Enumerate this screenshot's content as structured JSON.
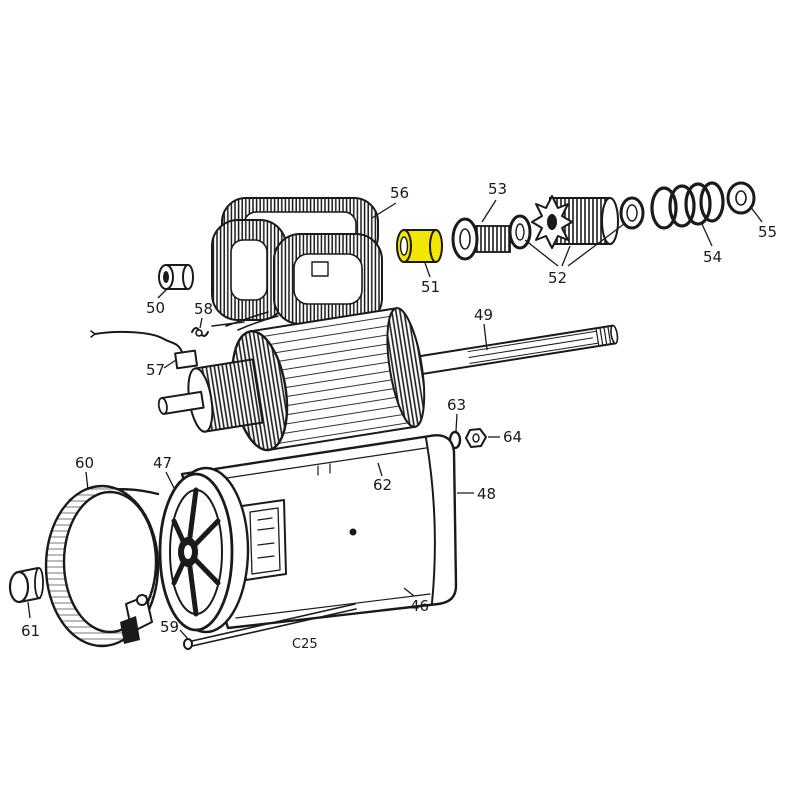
{
  "colors": {
    "ink": "#1a1a1a",
    "background": "#ffffff",
    "highlight": "#f3e600"
  },
  "callouts": {
    "46": "46",
    "47": "47",
    "48": "48",
    "49": "49",
    "50": "50",
    "51": "51",
    "52": "52",
    "53": "53",
    "54": "54",
    "55": "55",
    "56": "56",
    "57": "57",
    "58": "58",
    "59": "59",
    "60": "60",
    "61": "61",
    "62": "62",
    "63": "63",
    "64": "64"
  },
  "caption": "C25"
}
